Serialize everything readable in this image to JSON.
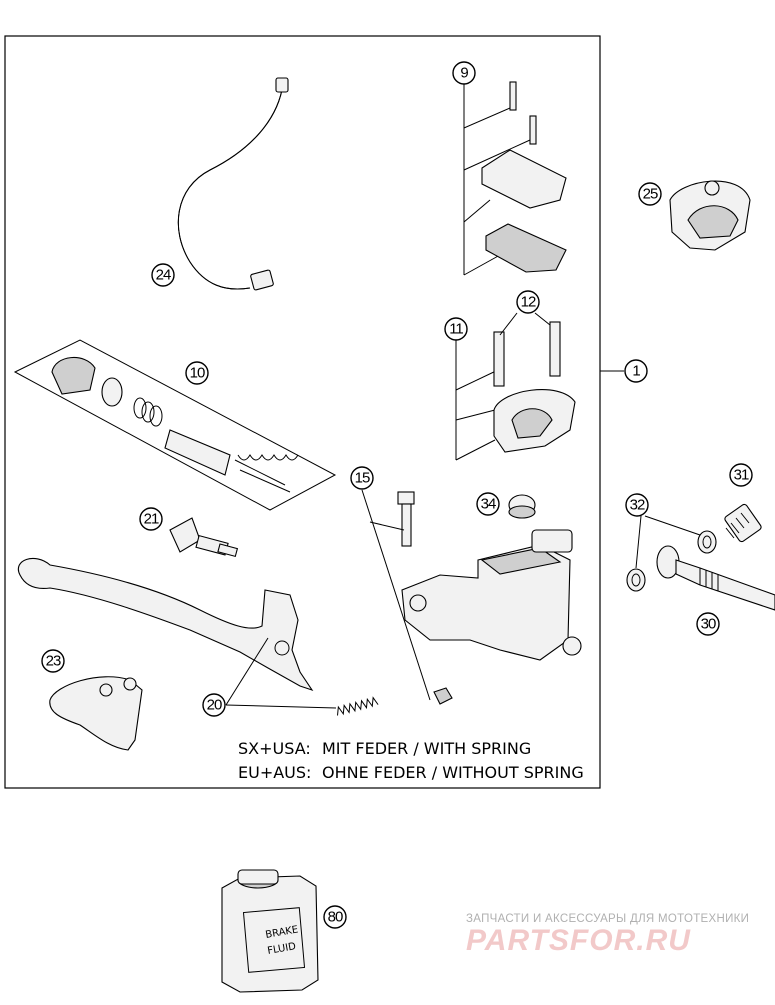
{
  "callouts": {
    "c1": "1",
    "c9": "9",
    "c10": "10",
    "c11": "11",
    "c12": "12",
    "c15": "15",
    "c20": "20",
    "c21": "21",
    "c23": "23",
    "c24": "24",
    "c25": "25",
    "c30": "30",
    "c31": "31",
    "c32": "32",
    "c34": "34",
    "c80": "80"
  },
  "notes": {
    "line1_variant": "SX+USA:",
    "line1_text": "MIT FEDER / WITH SPRING",
    "line2_variant": "EU+AUS:",
    "line2_text": "OHNE FEDER / WITHOUT SPRING"
  },
  "can": {
    "line1": "BRAKE",
    "line2": "FLUID"
  },
  "watermark": {
    "tagline": "ЗАПЧАСТИ И АКСЕССУАРЫ ДЛЯ МОТОТЕХНИКИ",
    "brand": "PARTSFOR.RU"
  }
}
